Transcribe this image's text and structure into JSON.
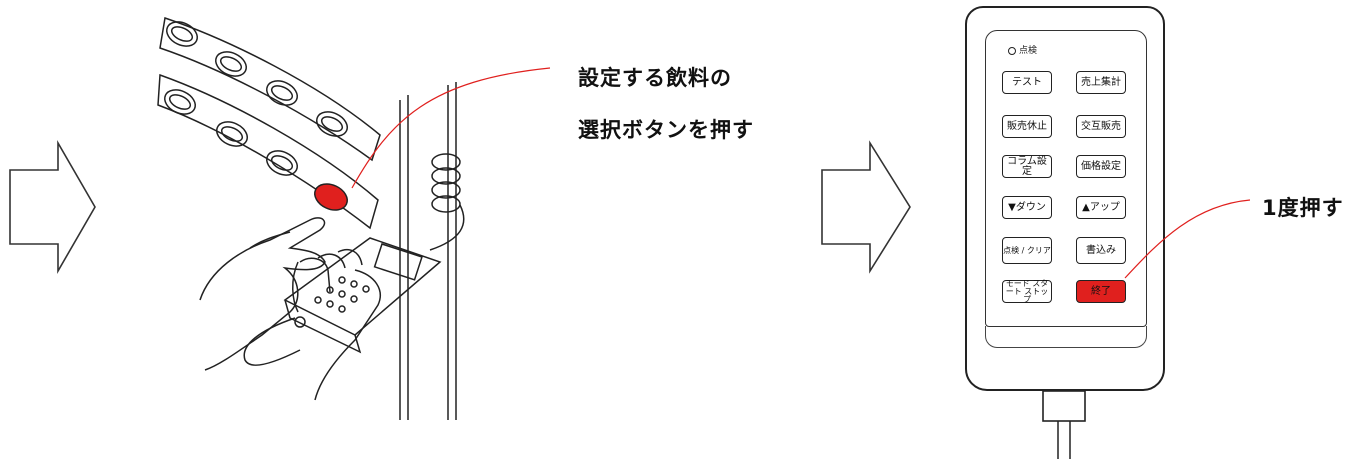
{
  "step2": {
    "instruction_line1": "設定する飲料の",
    "instruction_line2": "選択ボタンを押す",
    "highlight_color": "#e0201e"
  },
  "step3": {
    "instruction": "1度押す",
    "indicator_label": "点検",
    "keys": [
      {
        "label": "テスト"
      },
      {
        "label": "売上集計"
      },
      {
        "label": "販売休止"
      },
      {
        "label": "交互販売"
      },
      {
        "label": "コラム設定"
      },
      {
        "label": "価格設定"
      },
      {
        "label": "▼ダウン"
      },
      {
        "label": "▲アップ"
      },
      {
        "label": "点検 / クリア"
      },
      {
        "label": "書込み"
      },
      {
        "label": "モード スタート ストップ"
      },
      {
        "label": "終了",
        "highlighted": true
      }
    ]
  },
  "icons": [
    "arrow-right-icon",
    "arrow-right-icon"
  ]
}
